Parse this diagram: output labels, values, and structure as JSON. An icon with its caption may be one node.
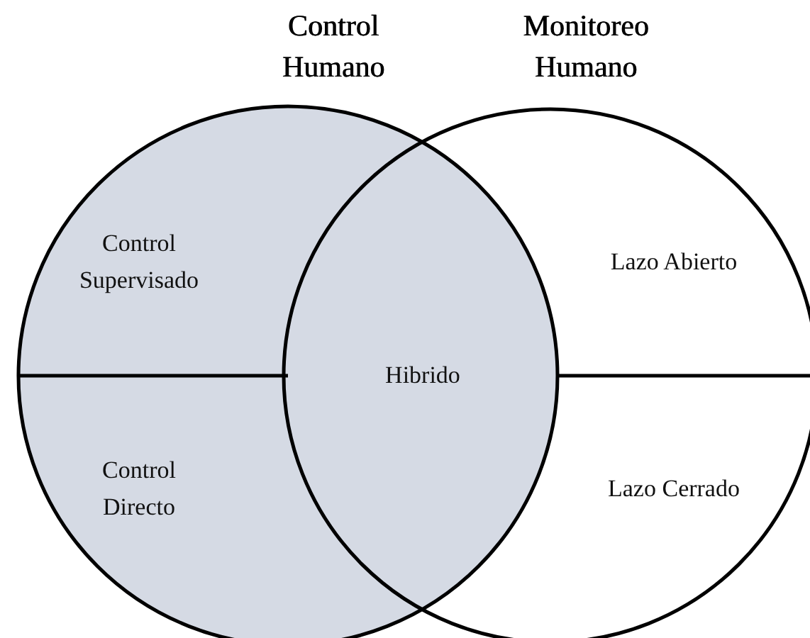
{
  "diagram": {
    "nodes": [
      {
        "text": [
          "Control Humano"
        ]
      },
      {
        "text": [
          "Monitoreo Humano"
        ]
      },
      {
        "text": [
          "Control Supervisado"
        ],
        "in": 0
      },
      {
        "text": [
          "Control Directo"
        ],
        "in": 0
      },
      {
        "text": [
          "Hibrido"
        ]
      },
      {
        "text": [
          "Lazo Abierto"
        ],
        "in": 1
      },
      {
        "text": [
          "Lazo Cerrado"
        ],
        "in": 1
      }
    ]
  }
}
